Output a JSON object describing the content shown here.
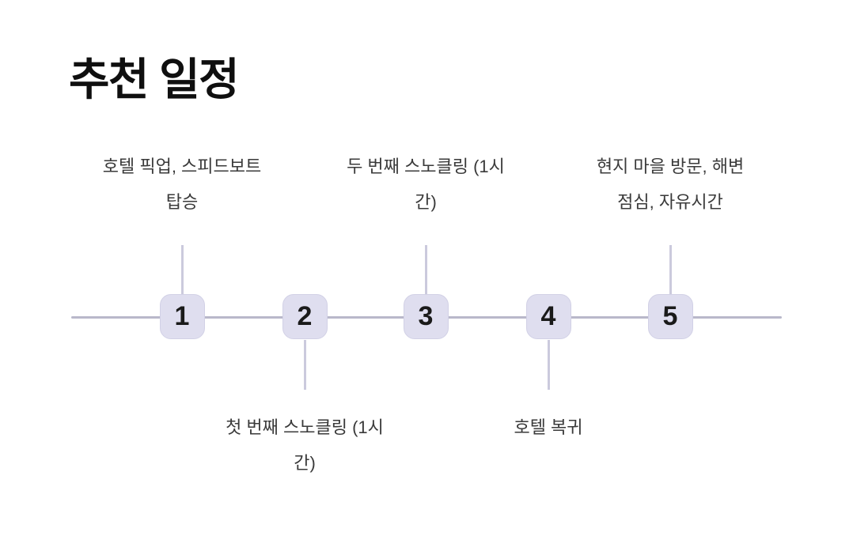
{
  "page": {
    "title": "추천 일정",
    "background_color": "#ffffff"
  },
  "timeline": {
    "type": "horizontal-numbered-timeline",
    "line_color": "#b9b8ca",
    "connector_color": "#cbcadd",
    "node_background": "#dfdeef",
    "node_border": "#d2d1e6",
    "number_color": "#1a1a1a",
    "label_color": "#3a3a3a",
    "steps": [
      {
        "number": "1",
        "side": "top",
        "label": "호텔 픽업, 스피드보트 탑승",
        "label_lines": [
          "호텔 픽업, 스피드보트",
          "탑승"
        ]
      },
      {
        "number": "2",
        "side": "bottom",
        "label": "첫 번째 스노클링 (1시간)",
        "label_lines": [
          "첫 번째 스노클링 (1시",
          "간)"
        ]
      },
      {
        "number": "3",
        "side": "top",
        "label": "두 번째 스노클링 (1시간)",
        "label_lines": [
          "두 번째 스노클링 (1시",
          "간)"
        ]
      },
      {
        "number": "4",
        "side": "bottom",
        "label": "호텔 복귀",
        "label_lines": [
          "호텔 복귀"
        ]
      },
      {
        "number": "5",
        "side": "top",
        "label": "현지 마을 방문, 해변 점심, 자유시간",
        "label_lines": [
          "현지 마을 방문, 해변",
          "점심, 자유시간"
        ]
      }
    ]
  }
}
